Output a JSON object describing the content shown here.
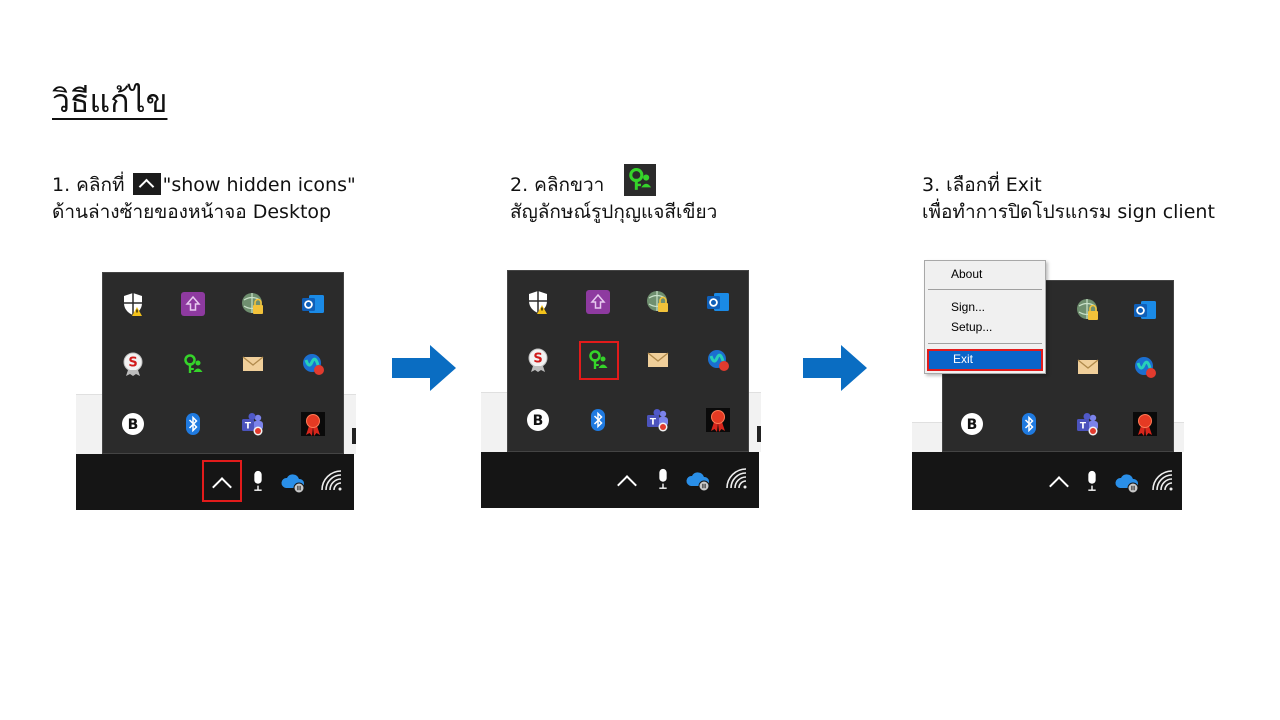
{
  "title": "วิธีแก้ไข",
  "steps": [
    {
      "line1_prefix": "1. คลิกที่",
      "line1_suffix": "\"show hidden icons\"",
      "line2": "ด้านล่างซ้ายของหน้าจอ Desktop"
    },
    {
      "line1_prefix": "2. คลิกขวา",
      "line2": "สัญลักษณ์รูปกุญแจสีเขียว"
    },
    {
      "line1_prefix": "3. เลือกที่ Exit",
      "line2": "เพื่อทำการปิดโปรแกรม sign client"
    }
  ],
  "context_menu": {
    "items": [
      "About",
      "Sign...",
      "Setup...",
      "Exit"
    ],
    "selected": "Exit"
  },
  "colors": {
    "arrow": "#0a6dc2",
    "highlight": "#e21b1b",
    "panel": "#2b2b2b",
    "taskbar": "#151515",
    "key_green": "#35d42a",
    "menu_selected": "#0a64c8"
  },
  "icons": {
    "tray_row1": [
      "security-shield-warning-icon",
      "upload-cloud-icon",
      "vpn-lock-icon",
      "outlook-icon"
    ],
    "tray_row2": [
      "sign-s-icon",
      "green-key-user-icon",
      "mail-envelope-icon",
      "webex-icon"
    ],
    "tray_row3": [
      "b-circle-icon",
      "bluetooth-icon",
      "teams-icon",
      "certificate-ribbon-icon"
    ],
    "taskbar": [
      "show-hidden-icons-chevron-icon",
      "microphone-icon",
      "onedrive-paused-icon",
      "wifi-icon"
    ]
  }
}
